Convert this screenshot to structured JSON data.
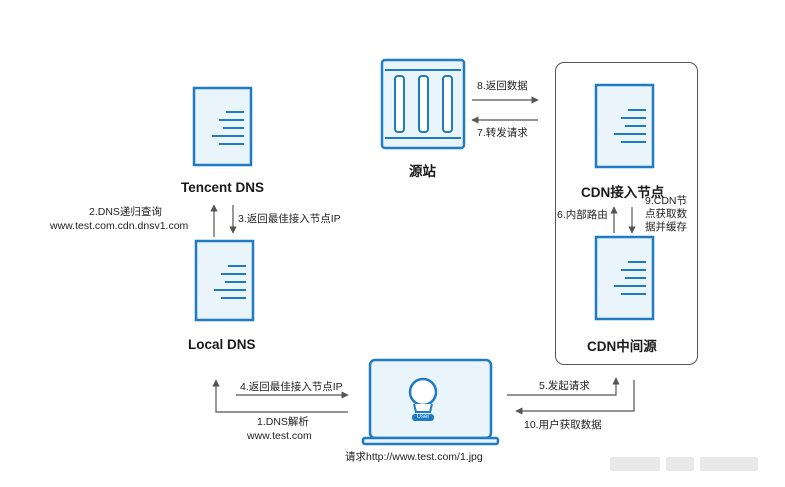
{
  "nodes": {
    "tencent_dns": "Tencent DNS",
    "local_dns": "Local DNS",
    "origin": "源站",
    "cdn_edge": "CDN接入节点",
    "cdn_mid": "CDN中间源",
    "user_badge": "User"
  },
  "edges": {
    "step1": [
      "1.DNS解析",
      "www.test.com"
    ],
    "step2": [
      "2.DNS递归查询",
      "www.test.com.cdn.dnsv1.com"
    ],
    "step3": "3.返回最佳接入节点IP",
    "step4": "4.返回最佳接入节点IP",
    "step5": "5.发起请求",
    "step6": "6.内部路由",
    "step7": "7.转发请求",
    "step8": "8.返回数据",
    "step9": [
      "9.CDN节",
      "点获取数",
      "据并缓存"
    ],
    "step10": "10.用户获取数据"
  },
  "request_caption": "请求http://www.test.com/1.jpg",
  "colors": {
    "server_fill": "#eaf4fb",
    "server_stroke": "#1f7bc4",
    "arrow": "#555555",
    "text": "#1a1a1a"
  }
}
